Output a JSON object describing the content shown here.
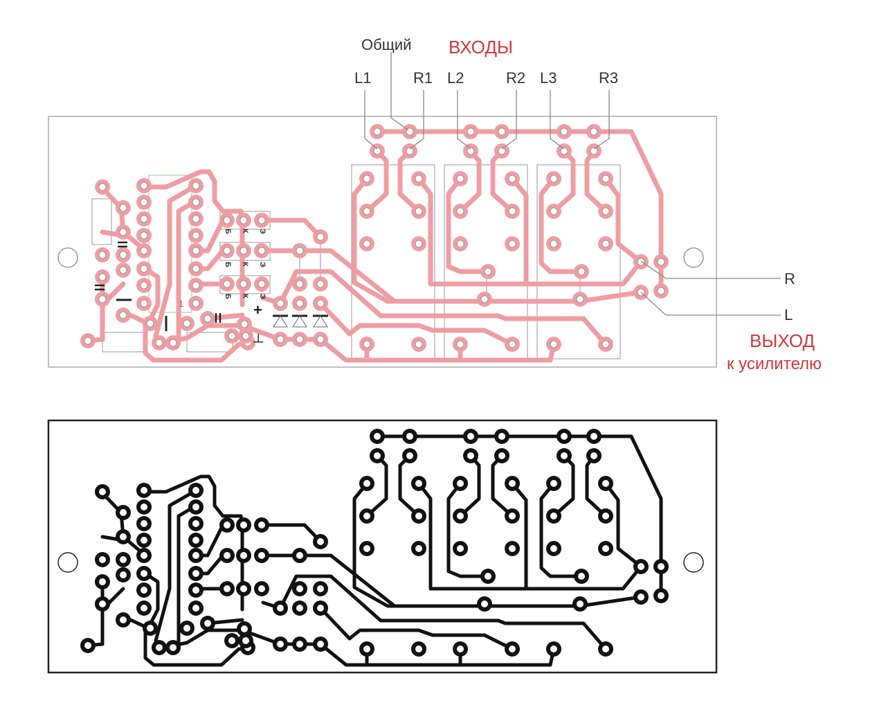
{
  "title": "Двусторонний чертёж печатной платы селектора входов",
  "labels": {
    "common": "Общий",
    "inputs_title": "ВХОДЫ",
    "inputs": [
      "L1",
      "R1",
      "L2",
      "R2",
      "L3",
      "R3"
    ],
    "output_r": "R",
    "output_l": "L",
    "output_title": "ВЫХОД",
    "output_subtitle": "к усилителю",
    "ic_pin1": "1",
    "transistor_pins": [
      "Б",
      "К",
      "Э"
    ],
    "power_plus": "+",
    "power_ground": "┴"
  },
  "colors": {
    "trace_top": "#ee9ea3",
    "trace_bottom": "#111111",
    "accent_red": "#d03a3a",
    "outline": "#999999",
    "jumper": "#6a9be0"
  },
  "views": [
    "component-side",
    "copper-side"
  ]
}
